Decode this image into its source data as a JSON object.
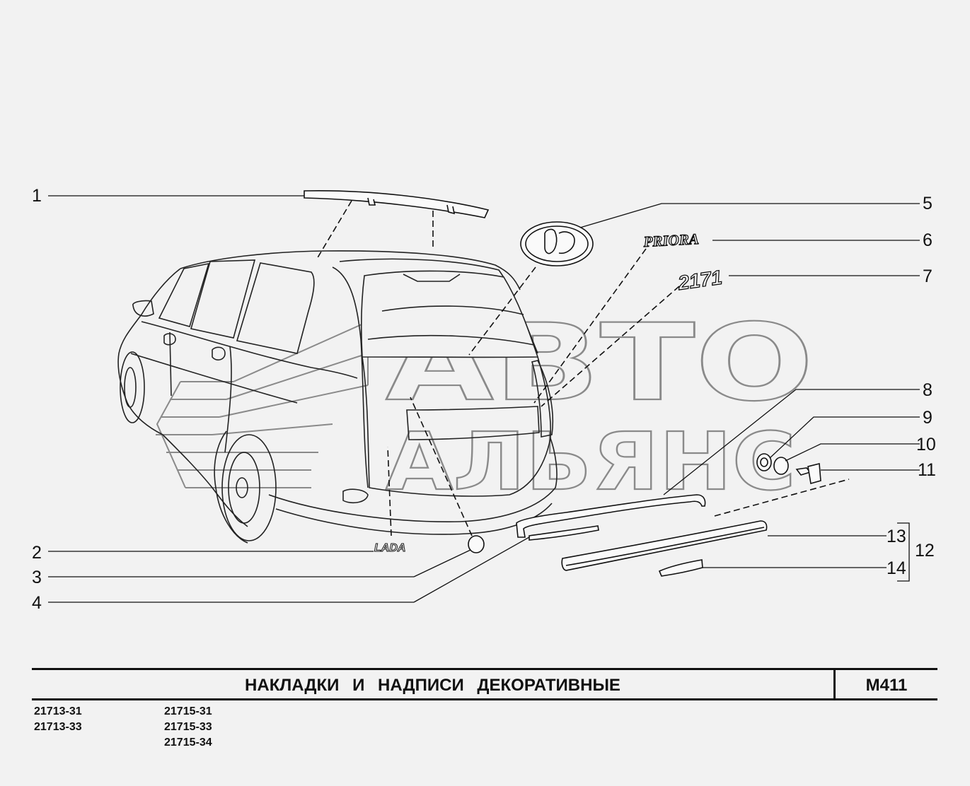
{
  "watermark": {
    "line1": "АВТО",
    "line2": "АЛЬЯНС"
  },
  "callouts": {
    "c1": "1",
    "c2": "2",
    "c3": "3",
    "c4": "4",
    "c5": "5",
    "c6": "6",
    "c7": "7",
    "c8": "8",
    "c9": "9",
    "c10": "10",
    "c11": "11",
    "c12": "12",
    "c13": "13",
    "c14": "14"
  },
  "badges": {
    "priora": "PRIORA",
    "model": "2171",
    "lada": "LADA"
  },
  "title_block": {
    "title": "НАКЛАДКИ  И  НАДПИСИ  ДЕКОРАТИВНЫЕ",
    "code": "М411"
  },
  "models": {
    "col1": [
      "21713-31",
      "21713-33"
    ],
    "col2": [
      "21715-31",
      "21715-33",
      "21715-34"
    ]
  }
}
